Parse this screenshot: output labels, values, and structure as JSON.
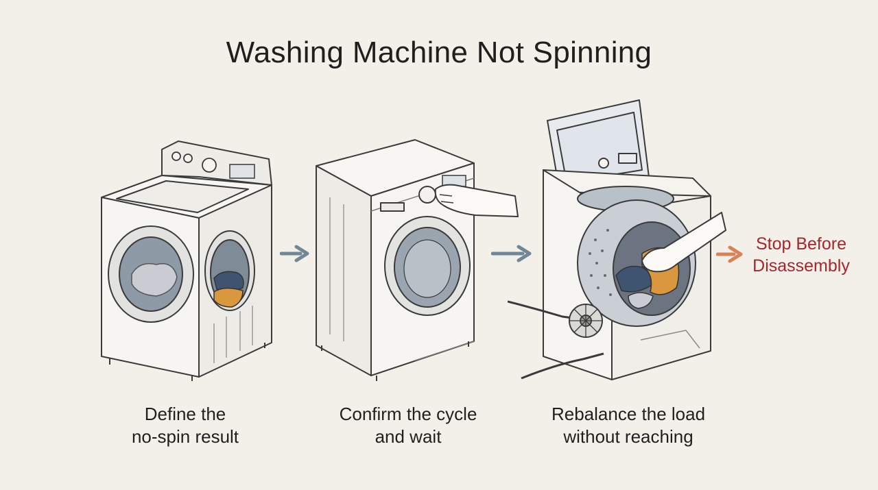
{
  "title": "Washing Machine Not Spinning",
  "steps": [
    {
      "line1": "Define the",
      "line2": "no-spin result"
    },
    {
      "line1": "Confirm the cycle",
      "line2": "and wait"
    },
    {
      "line1": "Rebalance the load",
      "line2": "without reaching"
    }
  ],
  "warning": {
    "line1": "Stop Before",
    "line2": "Disassembly"
  },
  "colors": {
    "background": "#f3f0e9",
    "arrow": "#6f8796",
    "warning_arrow": "#d9825a",
    "warning_text": "#a8262a",
    "cloth_orange": "#d9973e",
    "cloth_blue": "#3e5470"
  }
}
